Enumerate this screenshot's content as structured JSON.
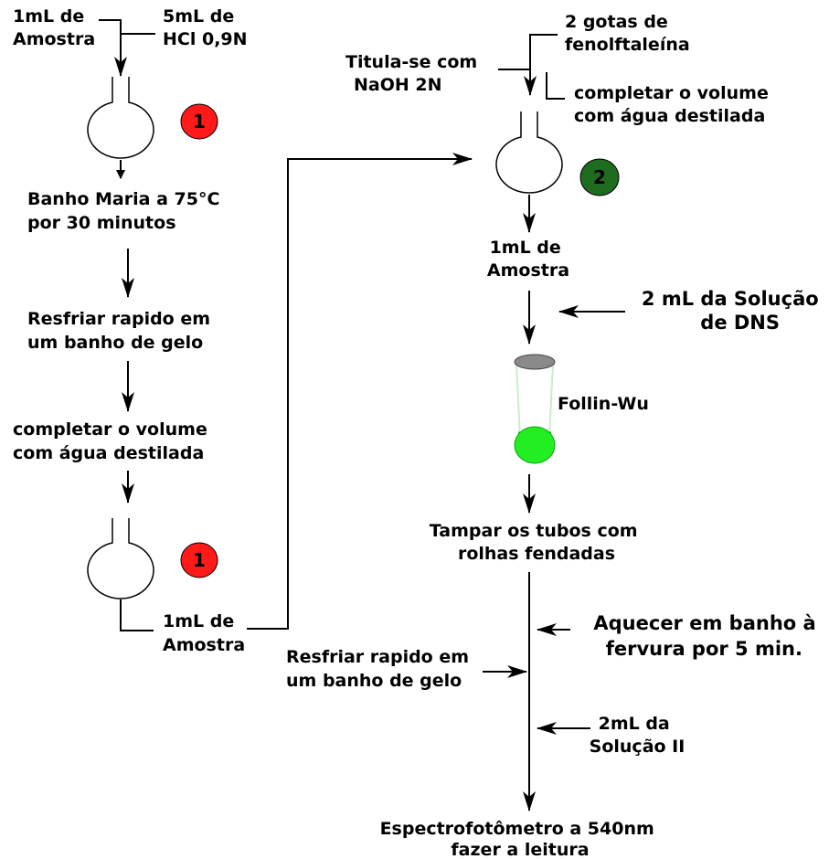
{
  "colors": {
    "badge_red": "#ff1a1a",
    "badge_green": "#1f6b1f",
    "tube_liquid": "#22ee22",
    "tube_cap": "#8a8a8a",
    "tube_border": "#c6efc6"
  },
  "left": {
    "sample_1": [
      "1mL de",
      "Amostra"
    ],
    "hcl": [
      "5mL de",
      "HCl 0,9N"
    ],
    "badge_1": "1",
    "bath": [
      "Banho Maria a 75°C",
      "por 30 minutos"
    ],
    "cool": [
      "Resfriar rapido em",
      "um banho de gelo"
    ],
    "complete": [
      "completar o volume",
      "com água destilada"
    ],
    "badge_1b": "1",
    "sample_2": [
      "1mL de",
      "Amostra"
    ]
  },
  "right": {
    "phenol": [
      "2 gotas de",
      "fenolftaleína"
    ],
    "titrate": [
      "Titula-se com",
      "NaOH 2N"
    ],
    "complete": [
      "completar o volume",
      "com água destilada"
    ],
    "badge_2": "2",
    "sample": [
      "1mL de",
      "Amostra"
    ],
    "dns": [
      "2 mL da Solução",
      "de DNS"
    ],
    "tube_label": "Follin-Wu",
    "cap": [
      "Tampar os tubos com",
      "rolhas fendadas"
    ],
    "heat": [
      "Aquecer em banho à",
      "fervura por 5 min."
    ],
    "cool": [
      "Resfriar rapido em",
      "um banho de gelo"
    ],
    "sol2": [
      "2mL da",
      "Solução II"
    ],
    "spectro": [
      "Espectrofotômetro a 540nm",
      "fazer a leitura"
    ]
  }
}
